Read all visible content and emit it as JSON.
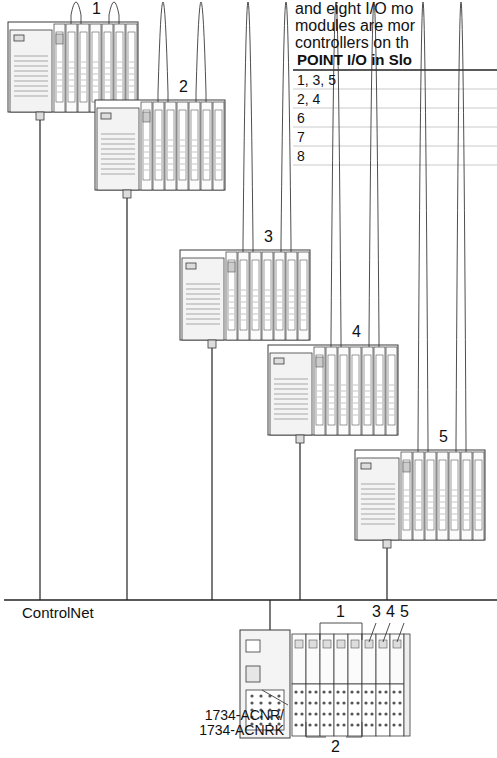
{
  "diagram": {
    "labels": [
      "and eight I/O mo",
      "modules are mor",
      "controllers on th",
      "POINT I/O in Slo",
      "1, 3, 5",
      "2, 4",
      "6",
      "7",
      "8",
      "1",
      "2",
      "3",
      "4",
      "5",
      "ControlNet",
      "1",
      "3",
      "4",
      "5",
      "1734-ACNR/ 1734-ACNRK",
      "2"
    ]
  }
}
